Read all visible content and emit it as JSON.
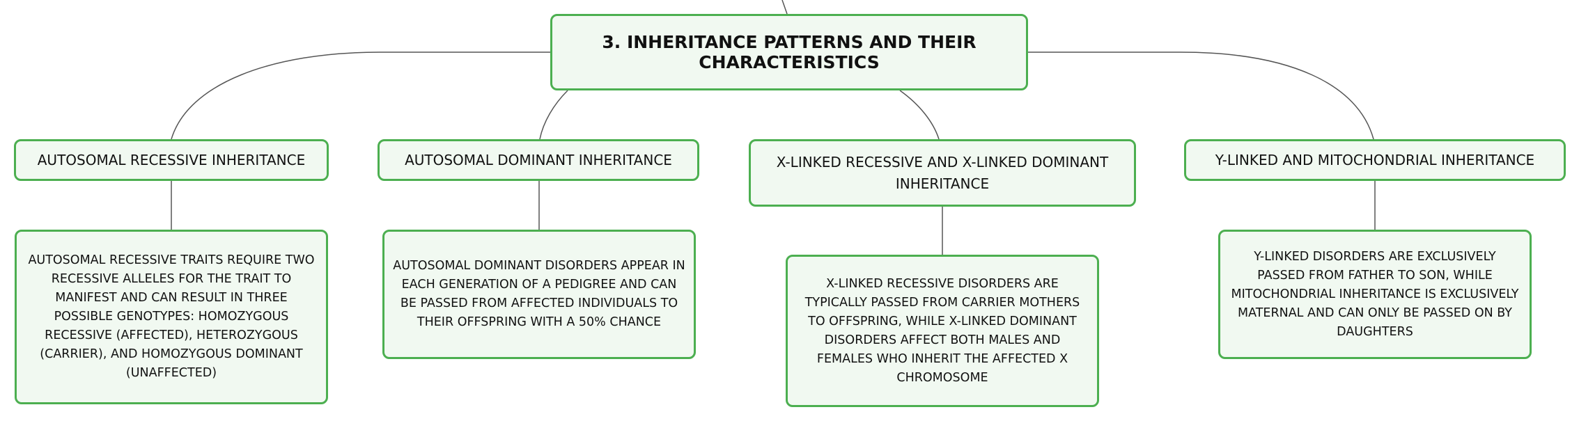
{
  "diagram": {
    "root": {
      "label": "3. INHERITANCE PATTERNS AND THEIR CHARACTERISTICS"
    },
    "branches": [
      {
        "title": "AUTOSOMAL RECESSIVE INHERITANCE",
        "detail": "AUTOSOMAL RECESSIVE TRAITS REQUIRE TWO RECESSIVE ALLELES FOR THE TRAIT TO MANIFEST AND CAN RESULT IN THREE POSSIBLE GENOTYPES: HOMOZYGOUS RECESSIVE (AFFECTED), HETEROZYGOUS (CARRIER), AND HOMOZYGOUS DOMINANT (UNAFFECTED)"
      },
      {
        "title": "AUTOSOMAL DOMINANT INHERITANCE",
        "detail": "AUTOSOMAL DOMINANT DISORDERS APPEAR IN EACH GENERATION OF A PEDIGREE AND CAN BE PASSED FROM AFFECTED INDIVIDUALS TO THEIR OFFSPRING WITH A 50% CHANCE"
      },
      {
        "title": "X-LINKED RECESSIVE AND X-LINKED DOMINANT INHERITANCE",
        "detail": "X-LINKED RECESSIVE DISORDERS ARE TYPICALLY PASSED FROM CARRIER MOTHERS TO OFFSPRING, WHILE X-LINKED DOMINANT DISORDERS AFFECT BOTH MALES AND FEMALES WHO INHERIT THE AFFECTED X CHROMOSOME"
      },
      {
        "title": "Y-LINKED AND MITOCHONDRIAL INHERITANCE",
        "detail": "Y-LINKED DISORDERS ARE EXCLUSIVELY PASSED FROM FATHER TO SON, WHILE MITOCHONDRIAL INHERITANCE IS EXCLUSIVELY MATERNAL AND CAN ONLY BE PASSED ON BY DAUGHTERS"
      }
    ]
  },
  "colors": {
    "node_border": "#4caf50",
    "node_fill": "#f1f9f1",
    "connector": "#555555",
    "text": "#111111"
  }
}
